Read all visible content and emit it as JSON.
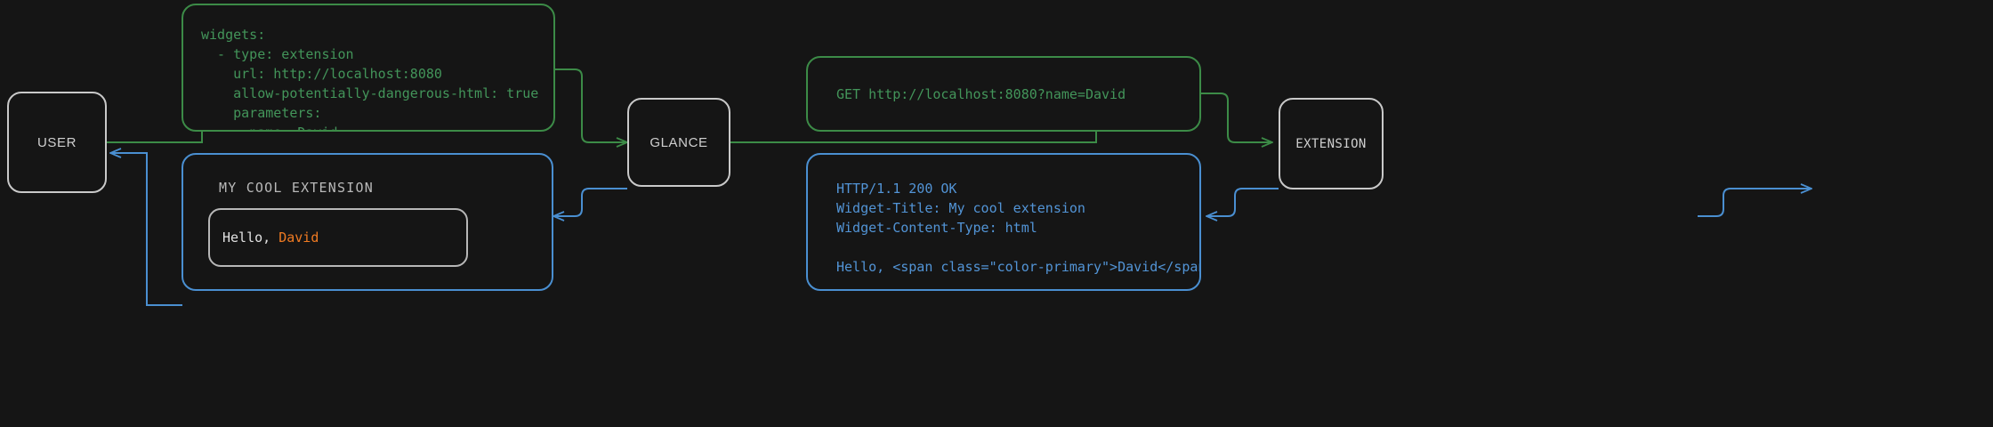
{
  "theme": {
    "background": "#151515",
    "node_border": "#c9c9c9",
    "node_text": "#cfcfcf",
    "green": "#3c8b47",
    "green_text": "#43955a",
    "blue": "#4a8fd1",
    "blue_text": "#5294d6",
    "accent_orange": "#ef7a22",
    "widget_card_border": "#b7b7b7",
    "widget_title_color": "#b9b9b9"
  },
  "nodes": {
    "user": "USER",
    "glance": "GLANCE",
    "extension": "EXTENSION"
  },
  "messages": {
    "config_yaml": "widgets:\n  - type: extension\n    url: http://localhost:8080\n    allow-potentially-dangerous-html: true\n    parameters:\n      name: David",
    "http_request": "GET http://localhost:8080?name=David",
    "http_response": "HTTP/1.1 200 OK\nWidget-Title: My cool extension\nWidget-Content-Type: html\n\nHello, <span class=\"color-primary\">David</span>"
  },
  "widget_preview": {
    "title": "MY COOL EXTENSION",
    "greeting_prefix": "Hello, ",
    "greeting_name": "David"
  },
  "flow": {
    "edges": [
      {
        "id": "user-to-config",
        "from": "user",
        "to": "config_yaml",
        "color": "#3c8b47",
        "direction": "right"
      },
      {
        "id": "config-to-glance",
        "from": "config_yaml",
        "to": "glance",
        "color": "#3c8b47",
        "direction": "right"
      },
      {
        "id": "glance-to-request",
        "from": "glance",
        "to": "http_request",
        "color": "#3c8b47",
        "direction": "right"
      },
      {
        "id": "request-to-extension",
        "from": "http_request",
        "to": "extension",
        "color": "#3c8b47",
        "direction": "right"
      },
      {
        "id": "extension-to-response",
        "from": "extension",
        "to": "http_response",
        "color": "#4a8fd1",
        "direction": "left"
      },
      {
        "id": "response-to-glance",
        "from": "http_response",
        "to": "glance",
        "color": "#4a8fd1",
        "direction": "left"
      },
      {
        "id": "glance-to-widget",
        "from": "glance",
        "to": "widget_preview",
        "color": "#4a8fd1",
        "direction": "left"
      },
      {
        "id": "widget-to-user",
        "from": "widget_preview",
        "to": "user",
        "color": "#4a8fd1",
        "direction": "left"
      }
    ]
  }
}
